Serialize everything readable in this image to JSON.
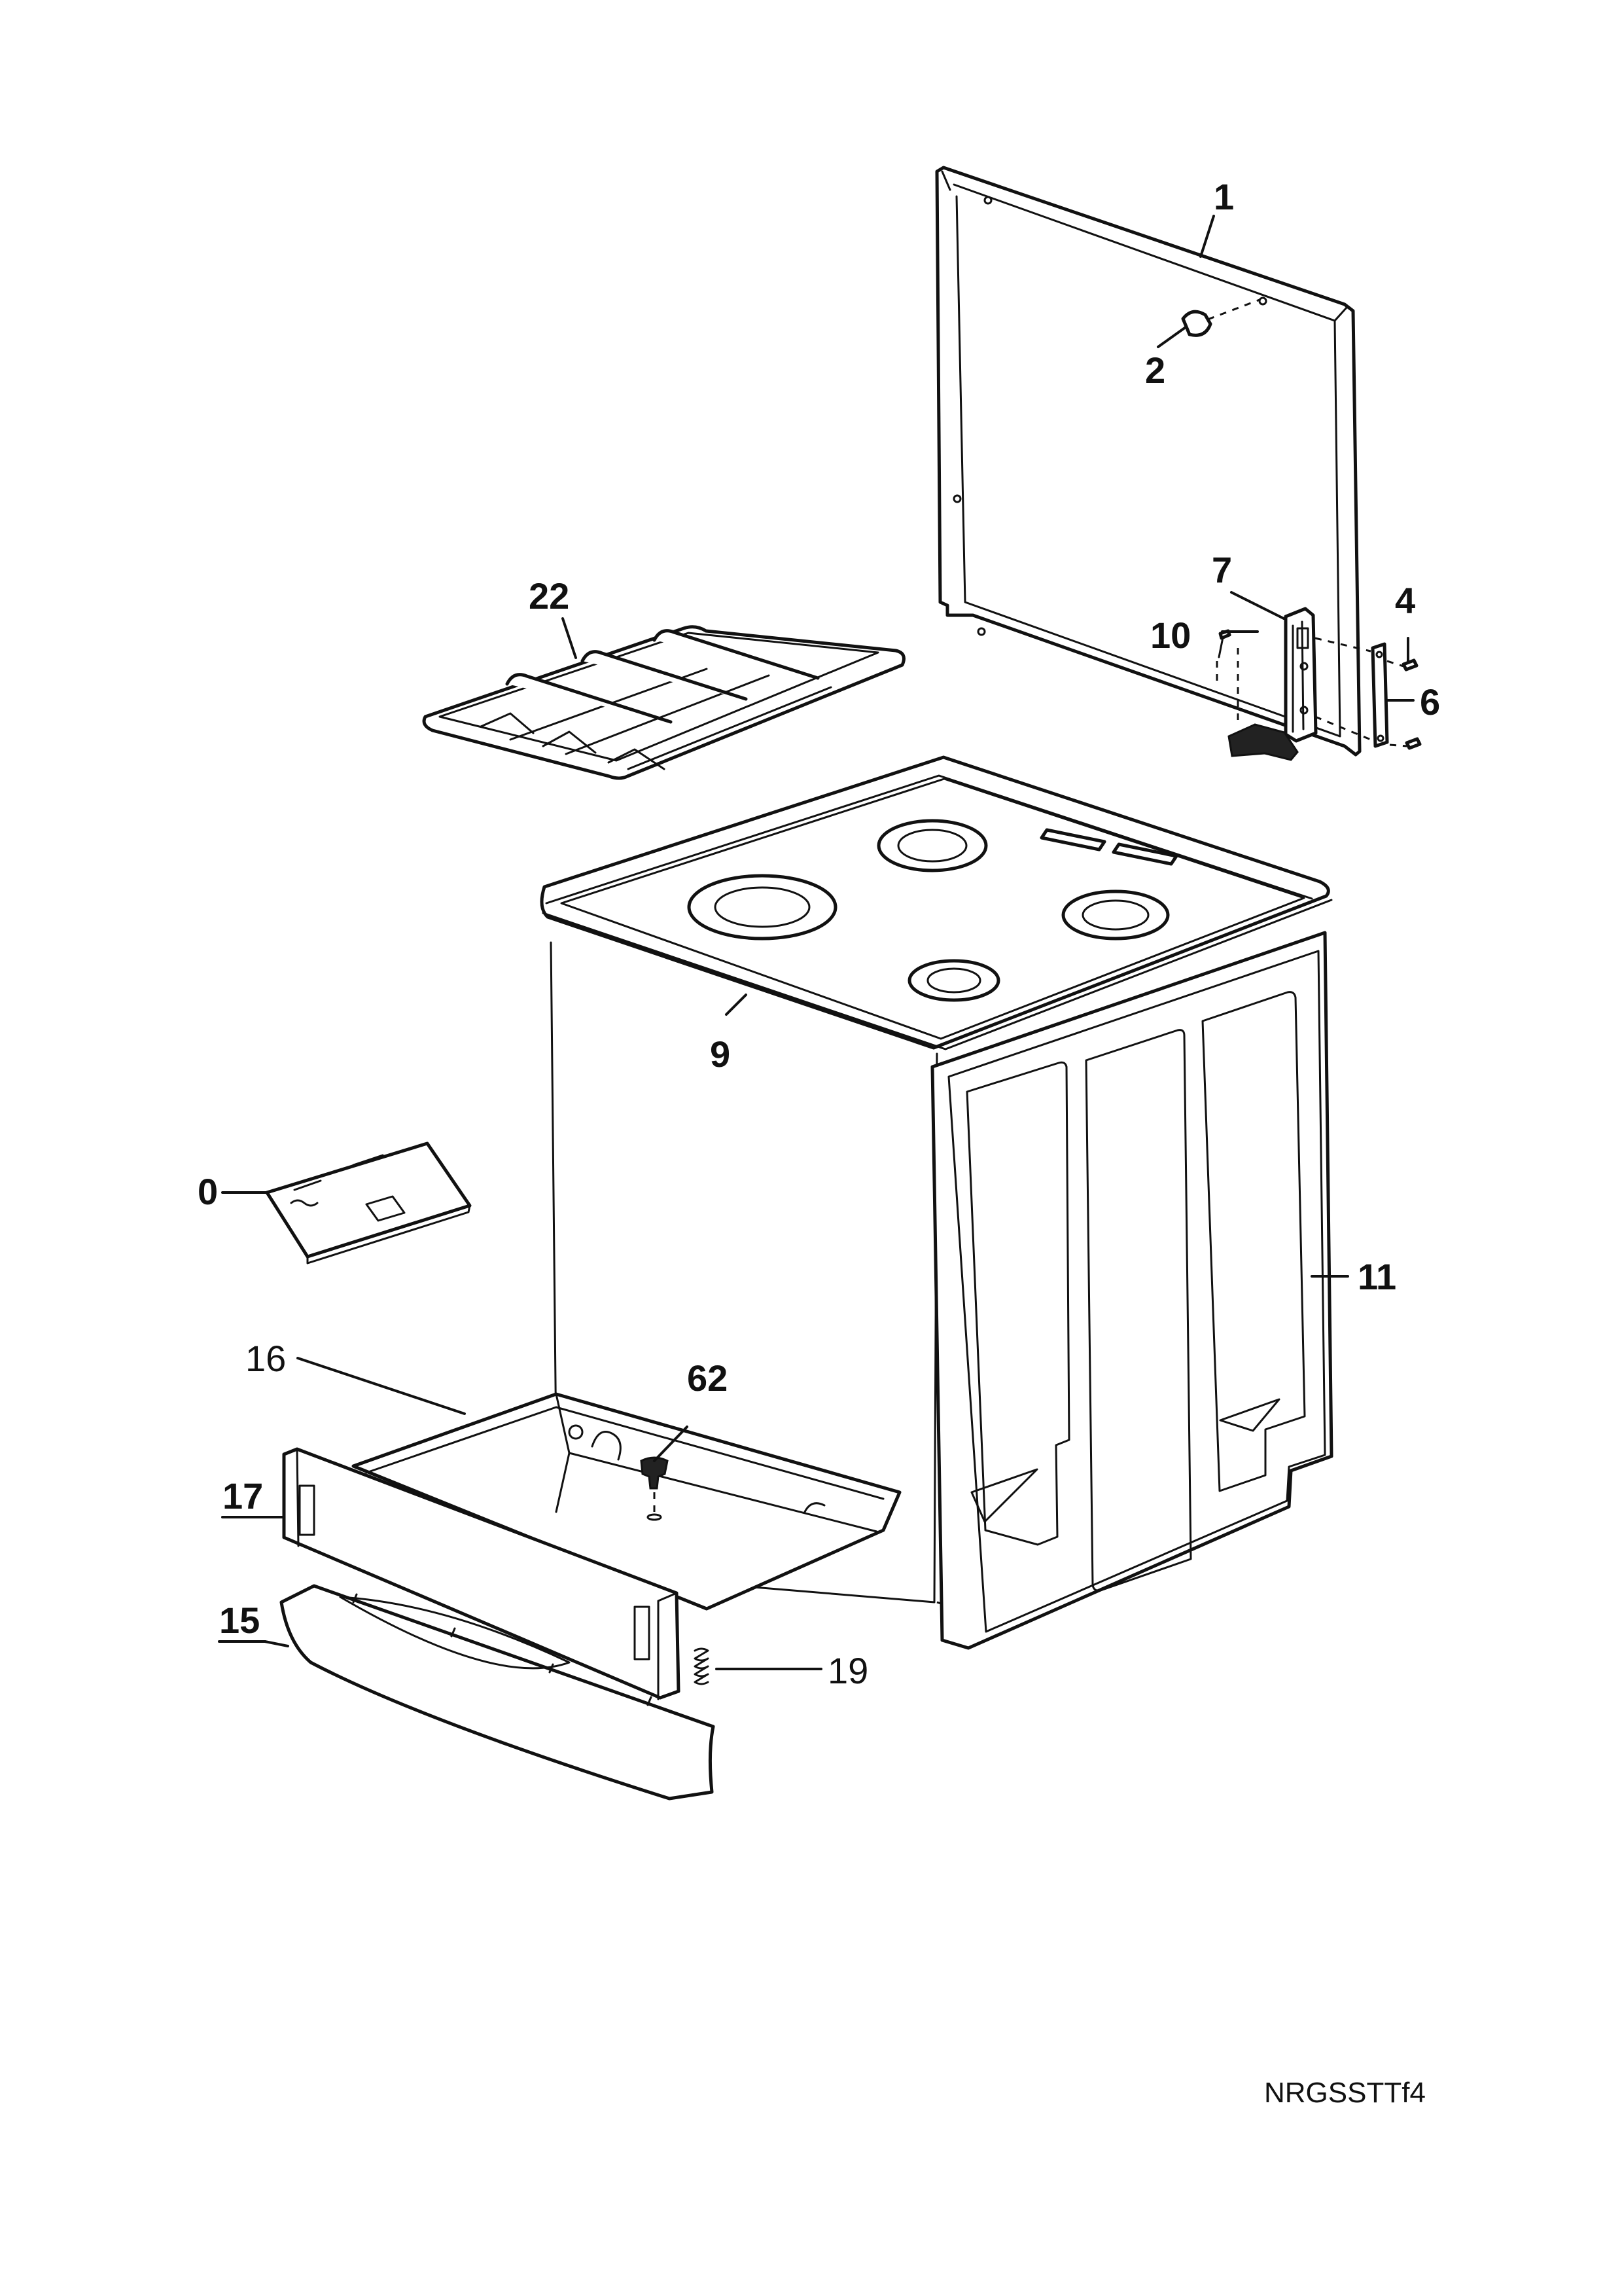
{
  "callouts": {
    "c1": "1",
    "c2": "2",
    "c4": "4",
    "c6": "6",
    "c7": "7",
    "c10": "10",
    "c22": "22",
    "c9": "9",
    "c0": "0",
    "c11": "11",
    "c16": "16",
    "c62": "62",
    "c17": "17",
    "c15": "15",
    "c19": "19"
  },
  "drawing_code": "NRGSSTTf4"
}
